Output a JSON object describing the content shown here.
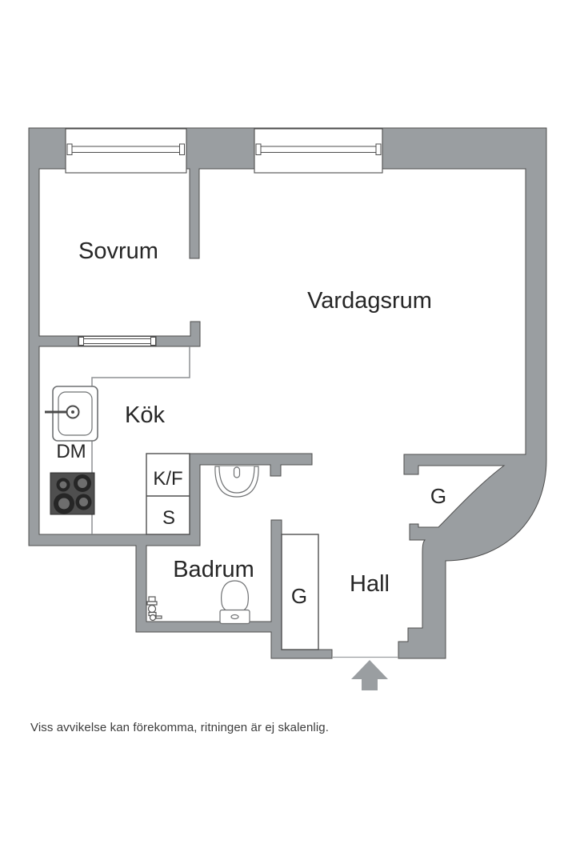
{
  "floor_plan": {
    "rooms": {
      "sovrum": "Sovrum",
      "vardagsrum": "Vardagsrum",
      "kok": "Kök",
      "badrum": "Badrum",
      "hall": "Hall"
    },
    "fixtures": {
      "dishwasher": "DM",
      "fridge_freezer": "K/F",
      "pantry": "S",
      "wardrobe_hall": "G",
      "wardrobe_entry": "G"
    },
    "colors": {
      "wall": "#9a9ea1",
      "outline": "#4d4d4d",
      "stove": "#4f4f4f",
      "label_text": "#262626",
      "fixture_line": "#6e7072"
    }
  },
  "footer": {
    "disclaimer": "Viss avvikelse kan förekomma, ritningen är ej skalenlig."
  }
}
